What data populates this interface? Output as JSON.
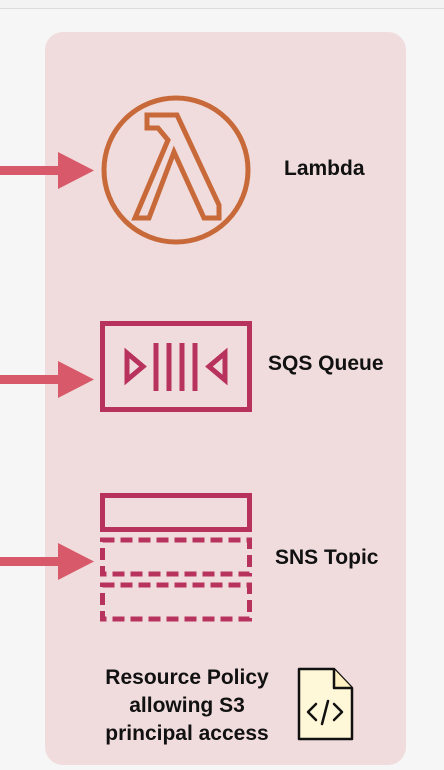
{
  "diagram": {
    "targets": [
      {
        "name": "lambda",
        "label": "Lambda",
        "icon": "lambda-icon",
        "color": "#c8693a"
      },
      {
        "name": "sqs",
        "label": "SQS Queue",
        "icon": "sqs-queue-icon",
        "color": "#b8325e"
      },
      {
        "name": "sns",
        "label": "SNS Topic",
        "icon": "sns-topic-icon",
        "color": "#b8325e"
      }
    ],
    "policy": {
      "lines": [
        "Resource Policy",
        "allowing S3",
        "principal access"
      ],
      "icon": "code-document-icon"
    },
    "colors": {
      "panel": "#f0dcdc",
      "arrow": "#d85a6a",
      "lambda": "#c8693a",
      "queue": "#b8325e"
    }
  }
}
